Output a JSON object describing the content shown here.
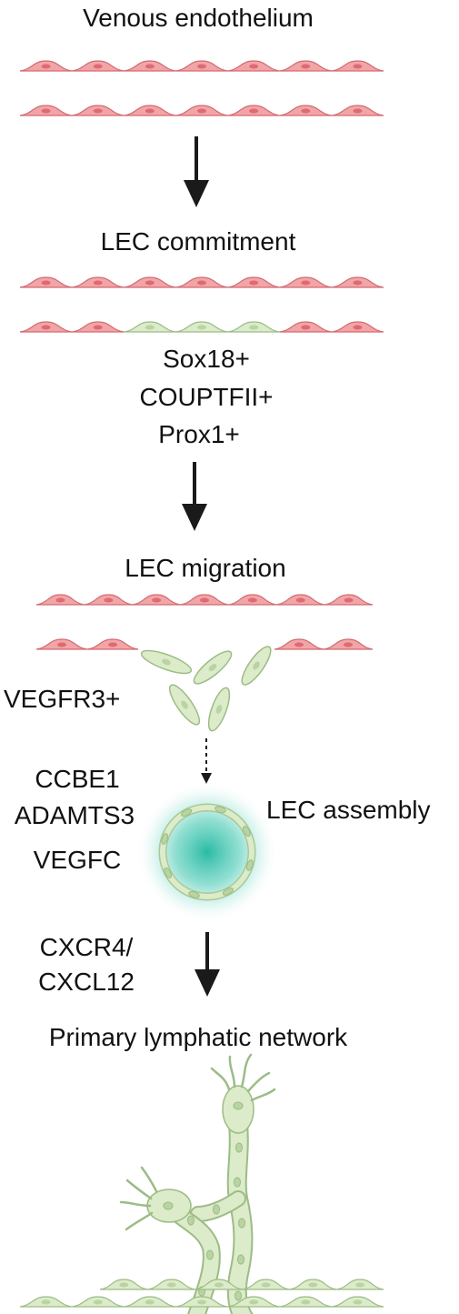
{
  "stages": {
    "venous": "Venous endothelium",
    "commitment": "LEC commitment",
    "migration": "LEC migration",
    "assembly": "LEC assembly",
    "network": "Primary lymphatic network"
  },
  "markers": {
    "sox18": "Sox18+",
    "couptfii": "COUPTFII+",
    "prox1": "Prox1+",
    "vegfr3": "VEGFR3+",
    "ccbe1": "CCBE1",
    "adamts3": "ADAMTS3",
    "vegfc": "VEGFC",
    "cxcr4": "CXCR4/",
    "cxcl12": "CXCL12"
  },
  "colors": {
    "venous_cell_fill": "#f2a5a7",
    "venous_cell_stroke": "#d36b72",
    "venous_nucleus": "#de6a73",
    "lec_cell_fill": "#dcebc9",
    "lec_cell_stroke": "#9cbc86",
    "lec_nucleus": "#b9d4a2",
    "lumen_glow": "#2fbfa8",
    "arrow": "#1a1a1a"
  }
}
